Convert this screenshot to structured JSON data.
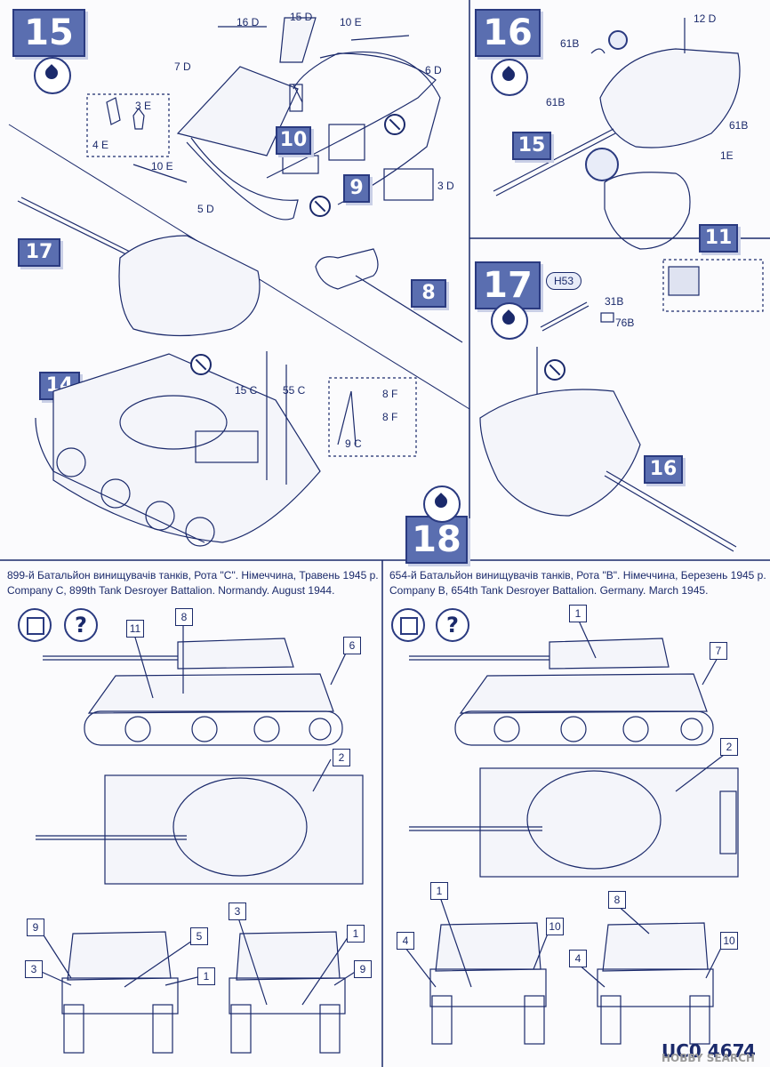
{
  "steps": {
    "s15": "15",
    "s16": "16",
    "s17": "17",
    "s18": "18",
    "s14": "14",
    "s10": "10",
    "s9": "9",
    "s8": "8",
    "s11": "11",
    "s15b": "15",
    "s17b": "17",
    "s16b": "16"
  },
  "parts": {
    "p16D": "16 D",
    "p15D": "15 D",
    "p10E_top": "10 E",
    "p7D": "7 D",
    "p6D": "6 D",
    "p3E": "3 E",
    "p4E": "4 E",
    "p10E_bot": "10 E",
    "p5D": "5 D",
    "p3D": "3 D",
    "p12D": "12 D",
    "p61B_a": "61B",
    "p61B_b": "61B",
    "p61B_c": "61B",
    "p1E": "1E",
    "pH53": "H53",
    "p31B": "31B",
    "p76B": "76B",
    "p15C": "15 C",
    "p55C": "55 C",
    "p8F_a": "8 F",
    "p8F_b": "8 F",
    "p9C": "9 C"
  },
  "scheme_left": {
    "title_ua": "899-й Батальйон винищувачів танків, Рота \"С\". Німеччина, Травень 1945 р.",
    "title_en": "Company C, 899th Tank Desroyer Battalion. Normandy. August 1944.",
    "callouts": [
      "11",
      "8",
      "6",
      "2",
      "9",
      "5",
      "3",
      "1",
      "3",
      "1",
      "9"
    ]
  },
  "scheme_right": {
    "title_ua": "654-й Батальйон винищувачів танків, Рота \"В\". Німеччина, Березень 1945 р.",
    "title_en": "Company B, 654th Tank Desroyer Battalion. Germany. March 1945.",
    "callouts": [
      "1",
      "7",
      "2",
      "1",
      "10",
      "4",
      "8",
      "4",
      "10"
    ]
  },
  "footer": {
    "code": "UC0 467",
    "page": "4",
    "watermark": "HOBBY SEARCH"
  },
  "colors": {
    "ink": "#1b2a6b",
    "step_fill": "#5a6eb0"
  }
}
